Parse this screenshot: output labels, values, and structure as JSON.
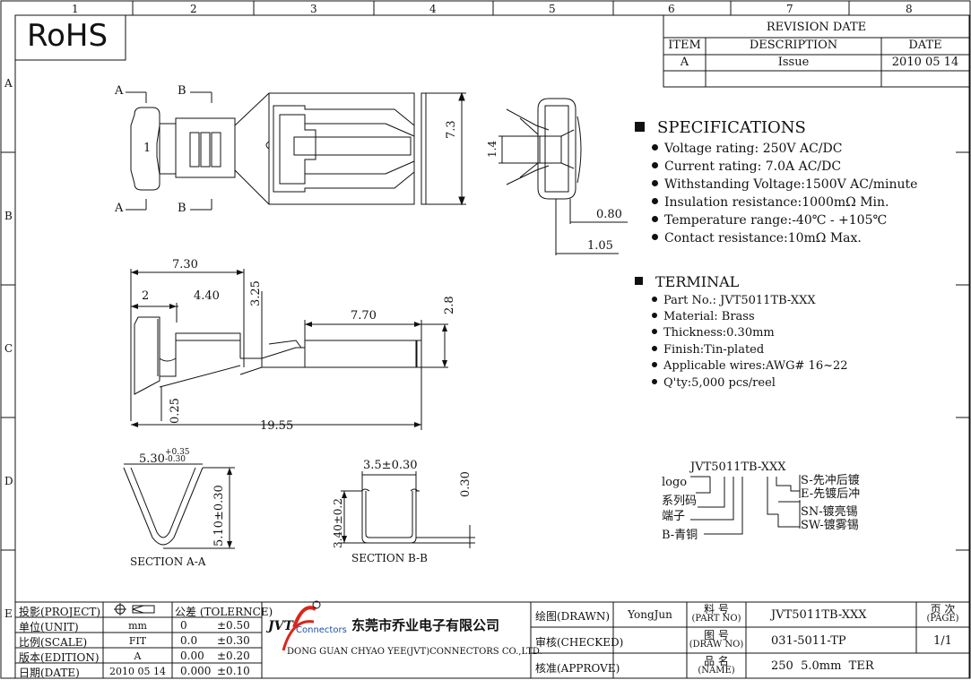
{
  "rohs": "RoHS",
  "grid": {
    "columns": [
      "1",
      "2",
      "3",
      "4",
      "5",
      "6",
      "7",
      "8"
    ],
    "rows": [
      "A",
      "B",
      "C",
      "D",
      "E"
    ]
  },
  "revision": {
    "title": "REVISION DATE",
    "headers": [
      "ITEM",
      "DESCRIPTION",
      "DATE"
    ],
    "rows": [
      [
        "A",
        "Issue",
        "2010 05 14"
      ]
    ]
  },
  "specs": {
    "title": "SPECIFICATIONS",
    "items": [
      "Voltage rating: 250V AC/DC",
      "Current rating: 7.0A AC/DC",
      "Withstanding Voltage:1500V AC/minute",
      "Insulation resistance:1000mΩ Min.",
      "Temperature range:-40℃ - +105℃",
      "Contact resistance:10mΩ Max."
    ]
  },
  "terminal": {
    "title": "TERMINAL",
    "items": [
      "Part No.: JVT5011TB-XXX",
      "Material: Brass",
      "Thickness:0.30mm",
      "Finish:Tin-plated",
      "Applicable wires:AWG# 16~22",
      "Q'ty:5,000 pcs/reel"
    ]
  },
  "partcode": {
    "code": "JVT5011TB-XXX",
    "left_labels": [
      "logo",
      "系列码",
      "端子",
      "B-青铜"
    ],
    "right_labels": [
      "S-先冲后镀",
      "E-先镀后冲",
      "SN-镀亮锡",
      "SW-镀雾锡"
    ]
  },
  "dims": {
    "top_a": "A",
    "top_b": "B",
    "top_one": "1",
    "h73": "7.3",
    "h14": "1.4",
    "d080": "0.80",
    "d105": "1.05",
    "w730": "7.30",
    "w2": "2",
    "w440": "4.40",
    "h325": "3.25",
    "w770": "7.70",
    "h28": "2.8",
    "h025": "0.25",
    "w1955": "19.55",
    "secA_w": "5.30",
    "secA_tol_plus": "+0.35",
    "secA_tol_minus": "-0.30",
    "secA_h": "5.10±0.30",
    "secA_label": "SECTION A-A",
    "secB_w": "3.5±0.30",
    "secB_h": "3.40±0.2",
    "secB_t": "0.30",
    "secB_label": "SECTION B-B"
  },
  "titleblock": {
    "left": [
      [
        "投影(PROJECT)",
        "",
        ""
      ],
      [
        "单位(UNIT)",
        "mm",
        ""
      ],
      [
        "比例(SCALE)",
        "FIT",
        ""
      ],
      [
        "版本(EDITION)",
        "A",
        ""
      ],
      [
        "日期(DATE)",
        "2010 05 14",
        ""
      ]
    ],
    "tol_header": "公差 (TOLERNCE)",
    "tol_rows": [
      [
        "0",
        "±0.50"
      ],
      [
        "0.0",
        "±0.30"
      ],
      [
        "0.00",
        "±0.20"
      ],
      [
        "0.000",
        "±0.10"
      ]
    ],
    "logo_text": "JVT",
    "logo_sub": "Connectors",
    "company_cn": "东莞市乔业电子有限公司",
    "company_en": "DONG GUAN CHYAO YEE(JVT)CONNECTORS CO.,LTD.",
    "drawn_label": "绘图(DRAWN)",
    "drawn_by": "YongJun",
    "checked_label": "审核(CHECKED)",
    "approve_label": "核准(APPROVE)",
    "partno_label_cn": "料  号",
    "partno_label_en": "(PART NO)",
    "partno": "JVT5011TB-XXX",
    "drawno_label_cn": "图  号",
    "drawno_label_en": "(DRAW NO)",
    "drawno": "031-5011-TP",
    "name_label_cn": "品  名",
    "name_label_en": "(NAME)",
    "name": "250  5.0mm  TER",
    "page_label_cn": "页 次",
    "page_label_en": "(PAGE)",
    "page": "1/1"
  },
  "colors": {
    "line": "#111111",
    "logo_red": "#d9261c",
    "logo_blue": "#1f4fa8"
  }
}
